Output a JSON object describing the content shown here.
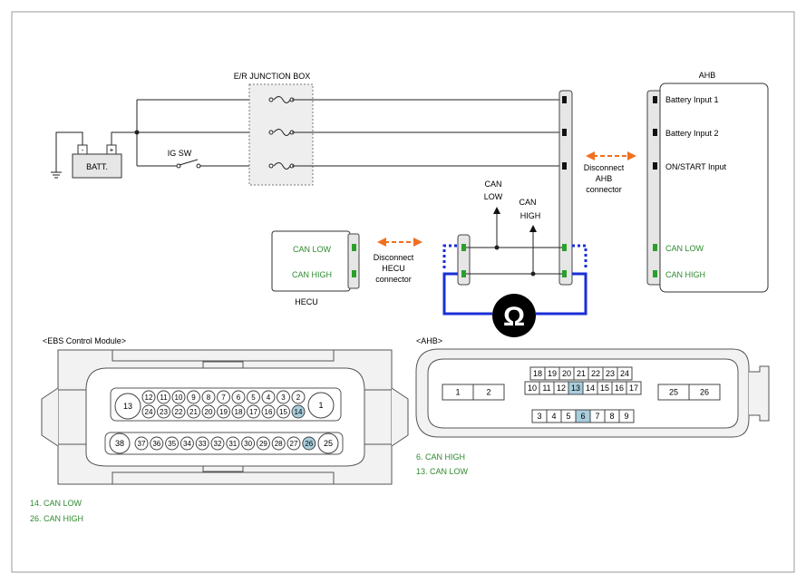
{
  "colors": {
    "wire": "#222222",
    "can_bus": "#1a2fd6",
    "arrow_orange": "#f07020",
    "green_label": "#2f8a2f",
    "pin_highlight": "#a8cede",
    "pin_green": "#2aa02a",
    "box_fill": "#e8e8e8",
    "connector_fill": "#f2f2f2"
  },
  "labels": {
    "junction_box": "E/R JUNCTION BOX",
    "battery": "BATT.",
    "battery_minus": "-",
    "battery_plus": "+",
    "ig_sw": "IG SW",
    "ahb_title": "AHB",
    "ahb_battery_input_1": "Battery Input 1",
    "ahb_battery_input_2": "Battery Input 2",
    "ahb_on_start_input": "ON/START Input",
    "ahb_can_low": "CAN LOW",
    "ahb_can_high": "CAN HIGH",
    "hecu_can_low": "CAN LOW",
    "hecu_can_high": "CAN HIGH",
    "hecu_name": "HECU",
    "can_low_probe": [
      "CAN",
      "LOW"
    ],
    "can_high_probe": [
      "CAN",
      "HIGH"
    ],
    "disconnect_ahb": [
      "Disconnect",
      "AHB",
      "connector"
    ],
    "disconnect_hecu": [
      "Disconnect",
      "HECU",
      "connector"
    ],
    "ohm_symbol": "Ω"
  },
  "ebs_connector": {
    "title": "<EBS Control Module>",
    "big_pins": {
      "left_top": "13",
      "right_top": "1",
      "left_bottom": "38",
      "right_bottom": "25"
    },
    "row1": [
      "12",
      "11",
      "10",
      "9",
      "8",
      "7",
      "6",
      "5",
      "4",
      "3",
      "2"
    ],
    "row2": [
      "24",
      "23",
      "22",
      "21",
      "20",
      "19",
      "18",
      "17",
      "16",
      "15",
      "14"
    ],
    "row3": [
      "37",
      "36",
      "35",
      "34",
      "33",
      "32",
      "31",
      "30",
      "29",
      "28",
      "27",
      "26"
    ],
    "highlighted": [
      "14",
      "26"
    ],
    "notes": [
      "14. CAN LOW",
      "26. CAN HIGH"
    ]
  },
  "ahb_connector": {
    "title": "<AHB>",
    "left_pins": [
      "1",
      "2"
    ],
    "right_pins": [
      "25",
      "26"
    ],
    "row1": [
      "18",
      "19",
      "20",
      "21",
      "22",
      "23",
      "24"
    ],
    "row2": [
      "10",
      "11",
      "12",
      "13",
      "14",
      "15",
      "16",
      "17"
    ],
    "row3": [
      "3",
      "4",
      "5",
      "6",
      "7",
      "8",
      "9"
    ],
    "highlighted": [
      "13",
      "6"
    ],
    "notes": [
      "6. CAN HIGH",
      "13. CAN LOW"
    ]
  }
}
